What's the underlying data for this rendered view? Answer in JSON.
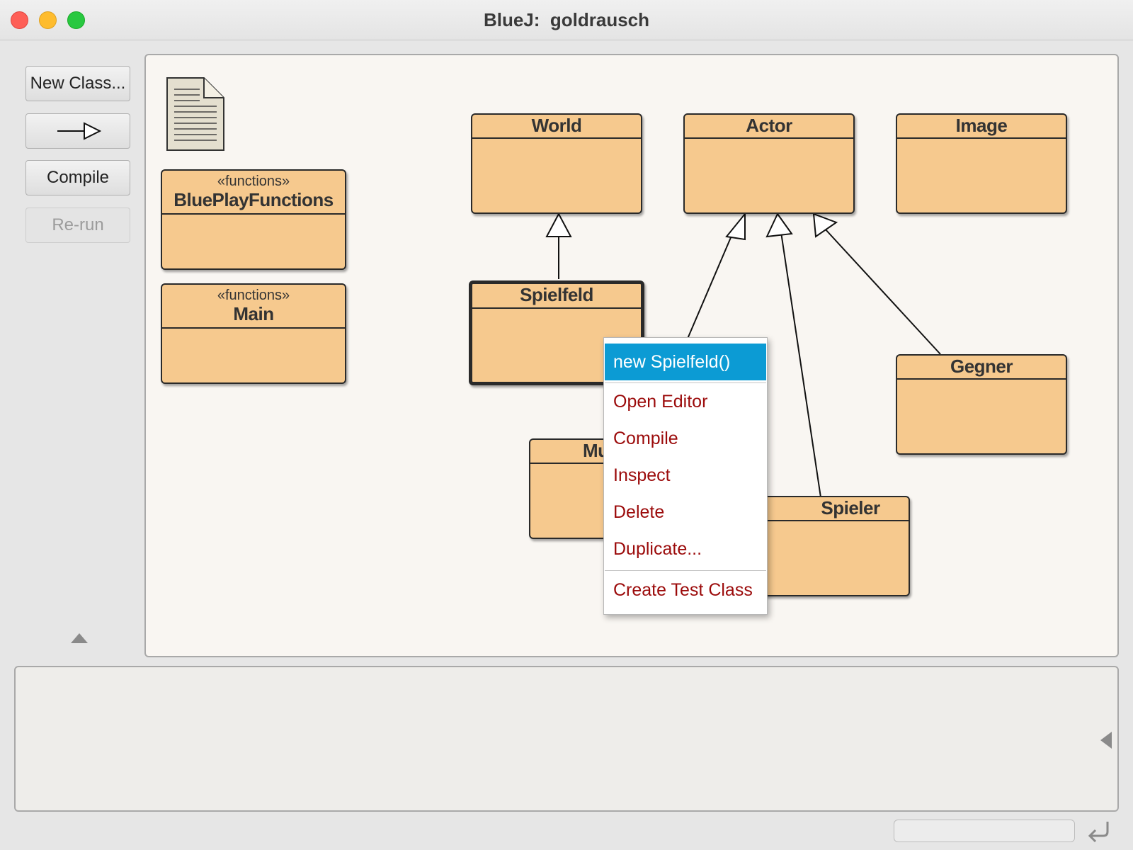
{
  "window": {
    "title": "BlueJ:  goldrausch"
  },
  "toolbar": {
    "new_class_label": "New Class...",
    "arrow_icon": "inheritance-arrow-icon",
    "compile_label": "Compile",
    "rerun_label": "Re-run"
  },
  "classes": {
    "blueplayfunctions": {
      "stereotype": "«functions»",
      "name": "BluePlayFunctions"
    },
    "main": {
      "stereotype": "«functions»",
      "name": "Main"
    },
    "world": {
      "name": "World"
    },
    "actor": {
      "name": "Actor"
    },
    "image": {
      "name": "Image"
    },
    "spielfeld": {
      "name": "Spielfeld"
    },
    "gegner": {
      "name": "Gegner"
    },
    "muenze_partial": {
      "name": "Mu"
    },
    "spieler": {
      "name": "Spieler"
    }
  },
  "context_menu": {
    "items": [
      "new Spielfeld()",
      "Open Editor",
      "Compile",
      "Inspect",
      "Delete",
      "Duplicate...",
      "Create Test Class"
    ],
    "highlighted_color": "#0c9bd4",
    "item_text_color": "#9b0a0a"
  },
  "colors": {
    "class_fill": "#f6c98e",
    "canvas_bg": "#f9f6f2"
  }
}
